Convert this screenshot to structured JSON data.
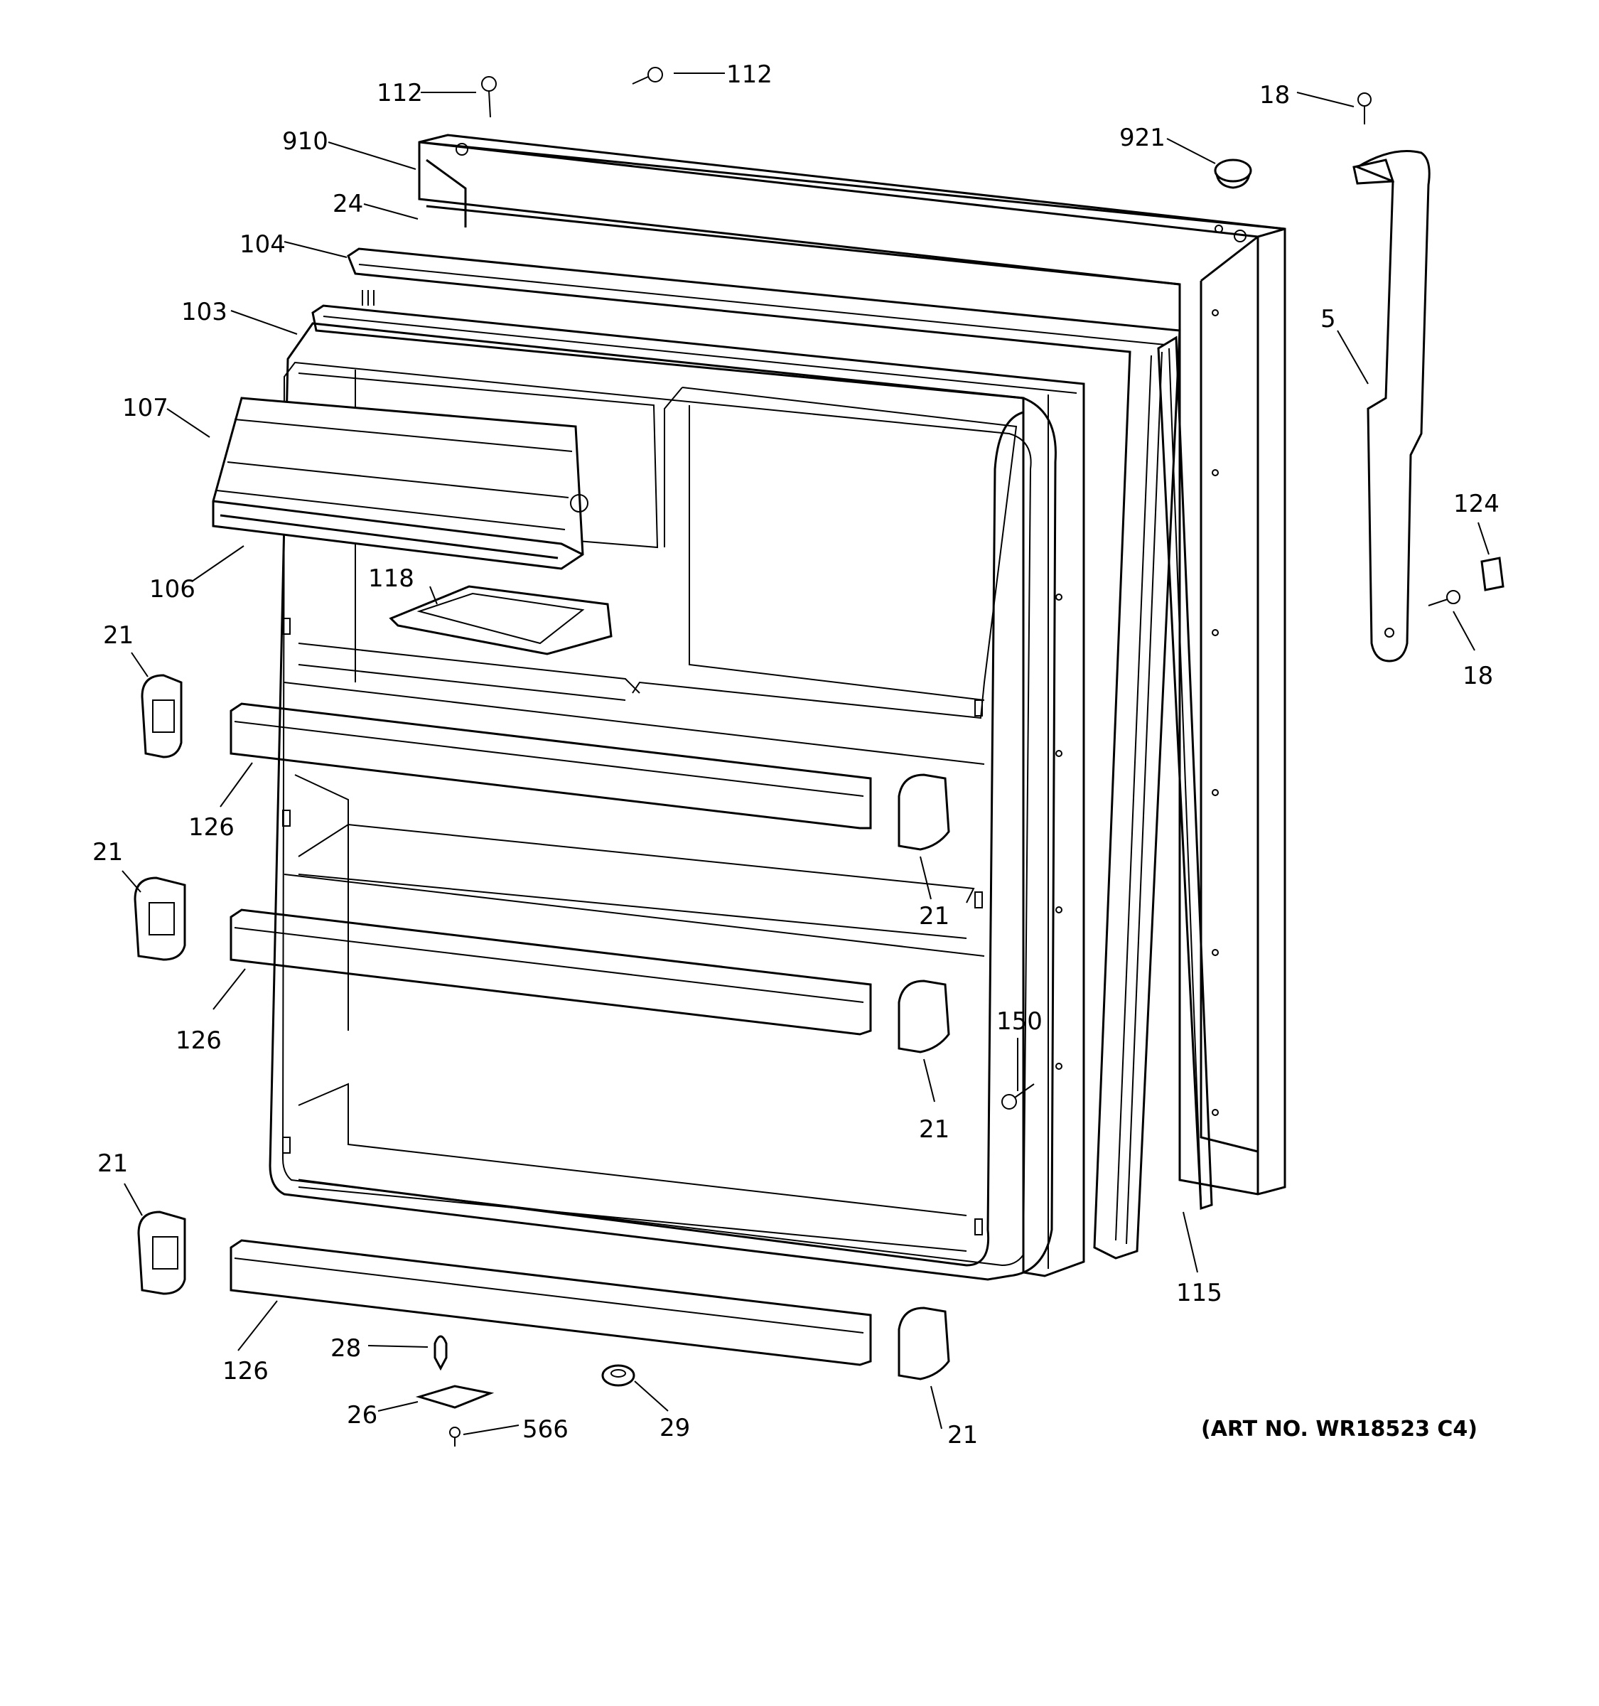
{
  "diagram": {
    "art_number": "(ART NO. WR18523 C4)",
    "callouts": {
      "screw_top_left": "112",
      "screw_top_mid": "112",
      "screw_top_right": "18",
      "screw_right": "18",
      "door_panel_outer": "910",
      "plug_button": "921",
      "trim_top": "24",
      "gasket": "104",
      "door_liner": "103",
      "handle": "5",
      "dairy_door": "107",
      "dairy_compartment": "106",
      "egg_tray": "118",
      "bracket_small": "124",
      "shelf_end_upper_left": "21",
      "shelf_end_mid_left": "21",
      "shelf_end_lower_left": "21",
      "shelf_end_upper_right": "21",
      "shelf_end_mid_right": "21",
      "shelf_end_lower_right": "21",
      "shelf_bar_upper": "126",
      "shelf_bar_mid": "126",
      "shelf_bar_lower": "126",
      "screw_liner": "150",
      "trim_side": "115",
      "door_stop_pin": "28",
      "hinge_plate": "26",
      "screw_hinge": "566",
      "bushing": "29"
    }
  }
}
